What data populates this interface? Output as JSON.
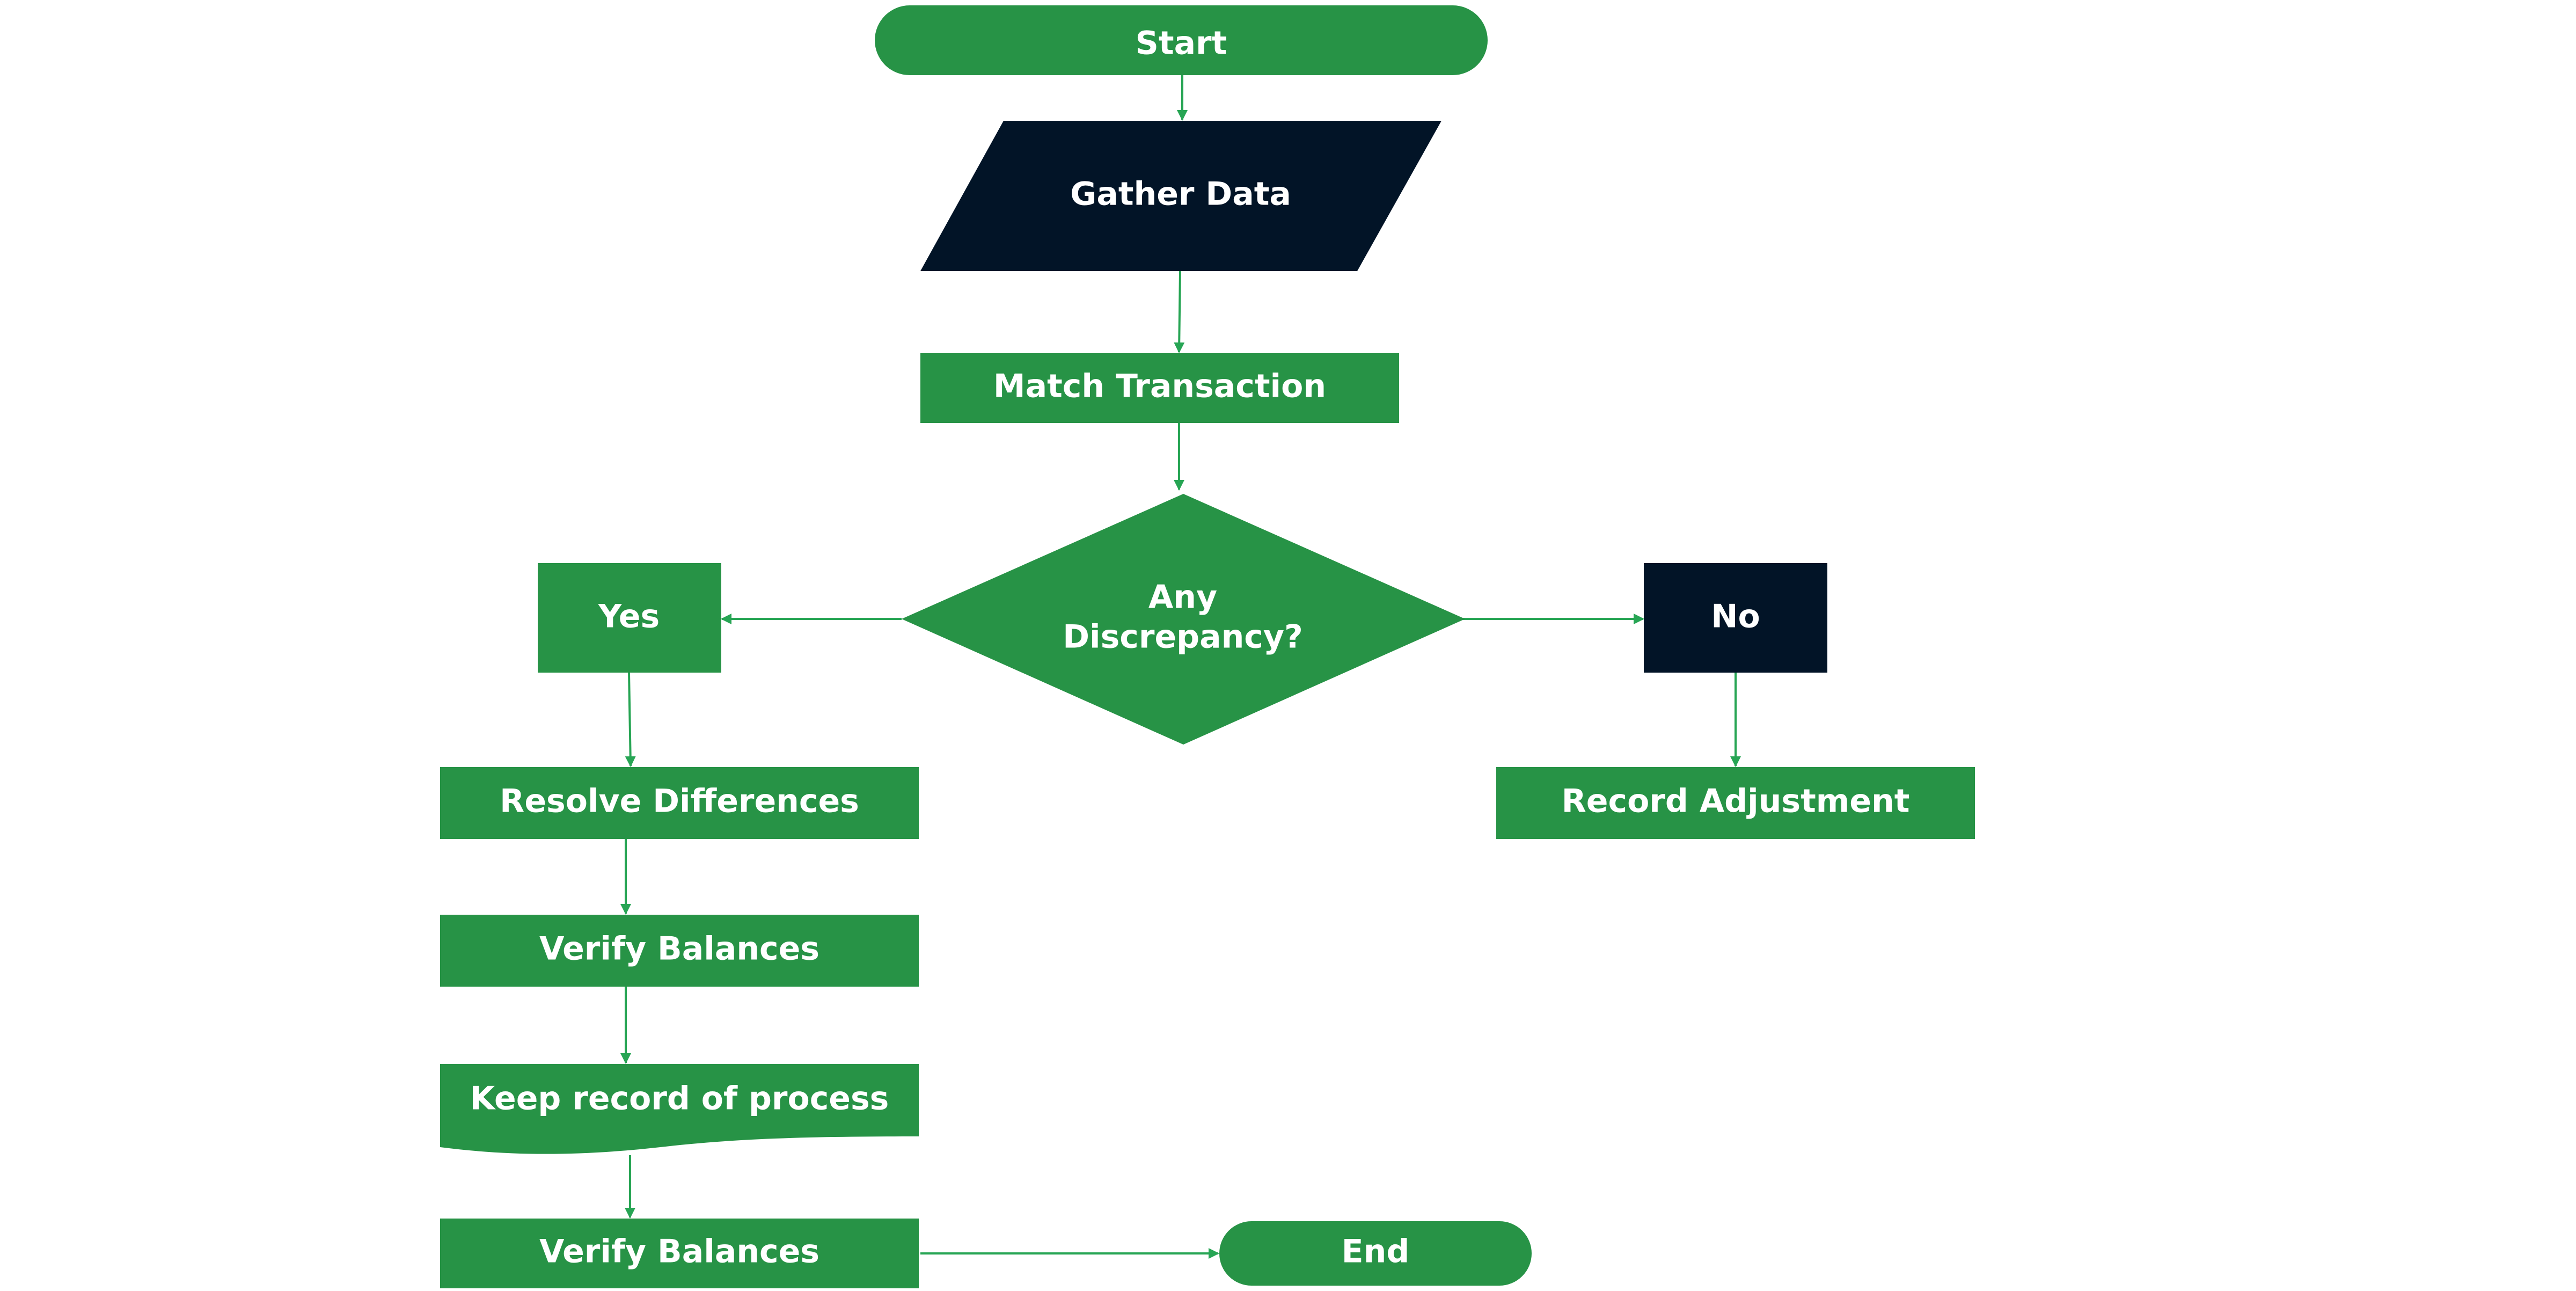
{
  "colors": {
    "green": "#279346",
    "navy": "#021427",
    "connector": "#27a554",
    "text": "#ffffff",
    "background": "#ffffff"
  },
  "nodes": {
    "start": "Start",
    "gather_data": "Gather Data",
    "match_transaction": "Match Transaction",
    "any_discrepancy_line1": "Any",
    "any_discrepancy_line2": "Discrepancy?",
    "yes": "Yes",
    "no": "No",
    "resolve_differences": "Resolve Differences",
    "record_adjustment": "Record Adjustment",
    "verify_balances_1": "Verify Balances",
    "keep_record": "Keep record of process",
    "verify_balances_2": "Verify Balances",
    "end": "End"
  },
  "edges": [
    {
      "from": "start",
      "to": "gather_data"
    },
    {
      "from": "gather_data",
      "to": "match_transaction"
    },
    {
      "from": "match_transaction",
      "to": "any_discrepancy"
    },
    {
      "from": "any_discrepancy",
      "to": "yes"
    },
    {
      "from": "any_discrepancy",
      "to": "no"
    },
    {
      "from": "yes",
      "to": "resolve_differences"
    },
    {
      "from": "no",
      "to": "record_adjustment"
    },
    {
      "from": "resolve_differences",
      "to": "verify_balances_1"
    },
    {
      "from": "verify_balances_1",
      "to": "keep_record"
    },
    {
      "from": "keep_record",
      "to": "verify_balances_2"
    },
    {
      "from": "verify_balances_2",
      "to": "end"
    }
  ]
}
